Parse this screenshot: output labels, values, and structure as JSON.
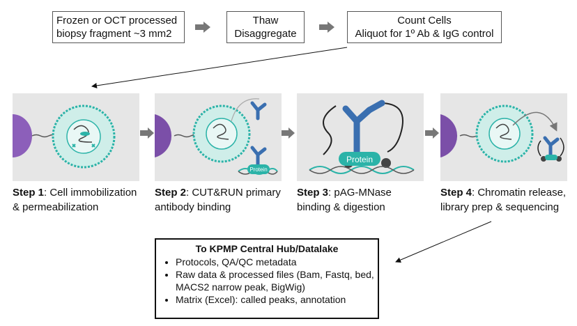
{
  "top_boxes": [
    {
      "lines": [
        "Frozen or OCT processed",
        "biopsy fragment ~3 mm2"
      ]
    },
    {
      "lines": [
        "Thaw",
        "Disaggregate"
      ]
    },
    {
      "lines": [
        "Count Cells",
        "Aliquot for 1º Ab & IgG control"
      ]
    }
  ],
  "panels": [
    {
      "strong": "Step 1",
      "rest": ": Cell immobilization",
      "line2": "& permeabilization"
    },
    {
      "strong": "Step 2",
      "rest": ": CUT&RUN primary",
      "line2": "antibody binding",
      "label": "Protein"
    },
    {
      "strong": "Step 3",
      "rest": ": pAG-MNase",
      "line2": "binding & digestion",
      "label": "Protein"
    },
    {
      "strong": "Step 4",
      "rest": ": Chromatin release,",
      "line2": "library prep & sequencing"
    }
  ],
  "hub": {
    "title": "To KPMP Central Hub/Datalake",
    "items": [
      "Protocols, QA/QC metadata",
      "Raw data & processed files (Bam, Fastq, bed, MACS2 narrow peak, BigWig)",
      "Matrix (Excel): called peaks, annotation"
    ]
  },
  "colors": {
    "teal": "#2bb3a8",
    "purple": "#7b4fa8",
    "antibody": "#3a6fb0",
    "panel_bg": "#e6e6e6"
  }
}
